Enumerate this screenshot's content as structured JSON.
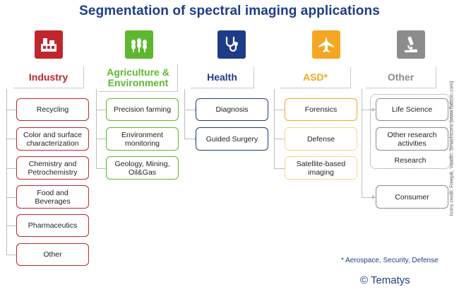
{
  "title": "Segmentation of spectral imaging applications",
  "colors": {
    "industry": "#c0272d",
    "agriculture": "#5cb82e",
    "health": "#1f3c88",
    "asd": "#f5a623",
    "other": "#8c8c8c",
    "title": "#1f3c88"
  },
  "segments": [
    {
      "key": "industry",
      "heading": "Industry",
      "icon": "factory-icon",
      "items": [
        "Recycling",
        "Color and surface characterization",
        "Chemistry and Petrochemistry",
        "Food and Beverages",
        "Pharmaceutics",
        "Other"
      ]
    },
    {
      "key": "agriculture",
      "heading": "Agriculture & Environment",
      "icon": "crops-icon",
      "items": [
        "Precision farming",
        "Environment monitoring",
        "Geology, Mining, Oil&Gas"
      ]
    },
    {
      "key": "health",
      "heading": "Health",
      "icon": "stethoscope-icon",
      "items": [
        "Diagnosis",
        "Guided Surgery"
      ]
    },
    {
      "key": "asd",
      "heading": "ASD*",
      "icon": "plane-icon",
      "items": [
        "Forensics",
        "Defense",
        "Satellite-based imaging"
      ]
    },
    {
      "key": "other",
      "heading": "Other",
      "icon": "microscope-icon",
      "research_group_label": "Research",
      "items": [
        "Life Science",
        "Other research activities",
        "Consumer"
      ]
    }
  ],
  "footnote": "* Aerospace, Security, Defense",
  "credits": "Icons credit: Freepik, Vaadin, Smashicons (www.flaticon.com)",
  "copyright": "© Tematys"
}
